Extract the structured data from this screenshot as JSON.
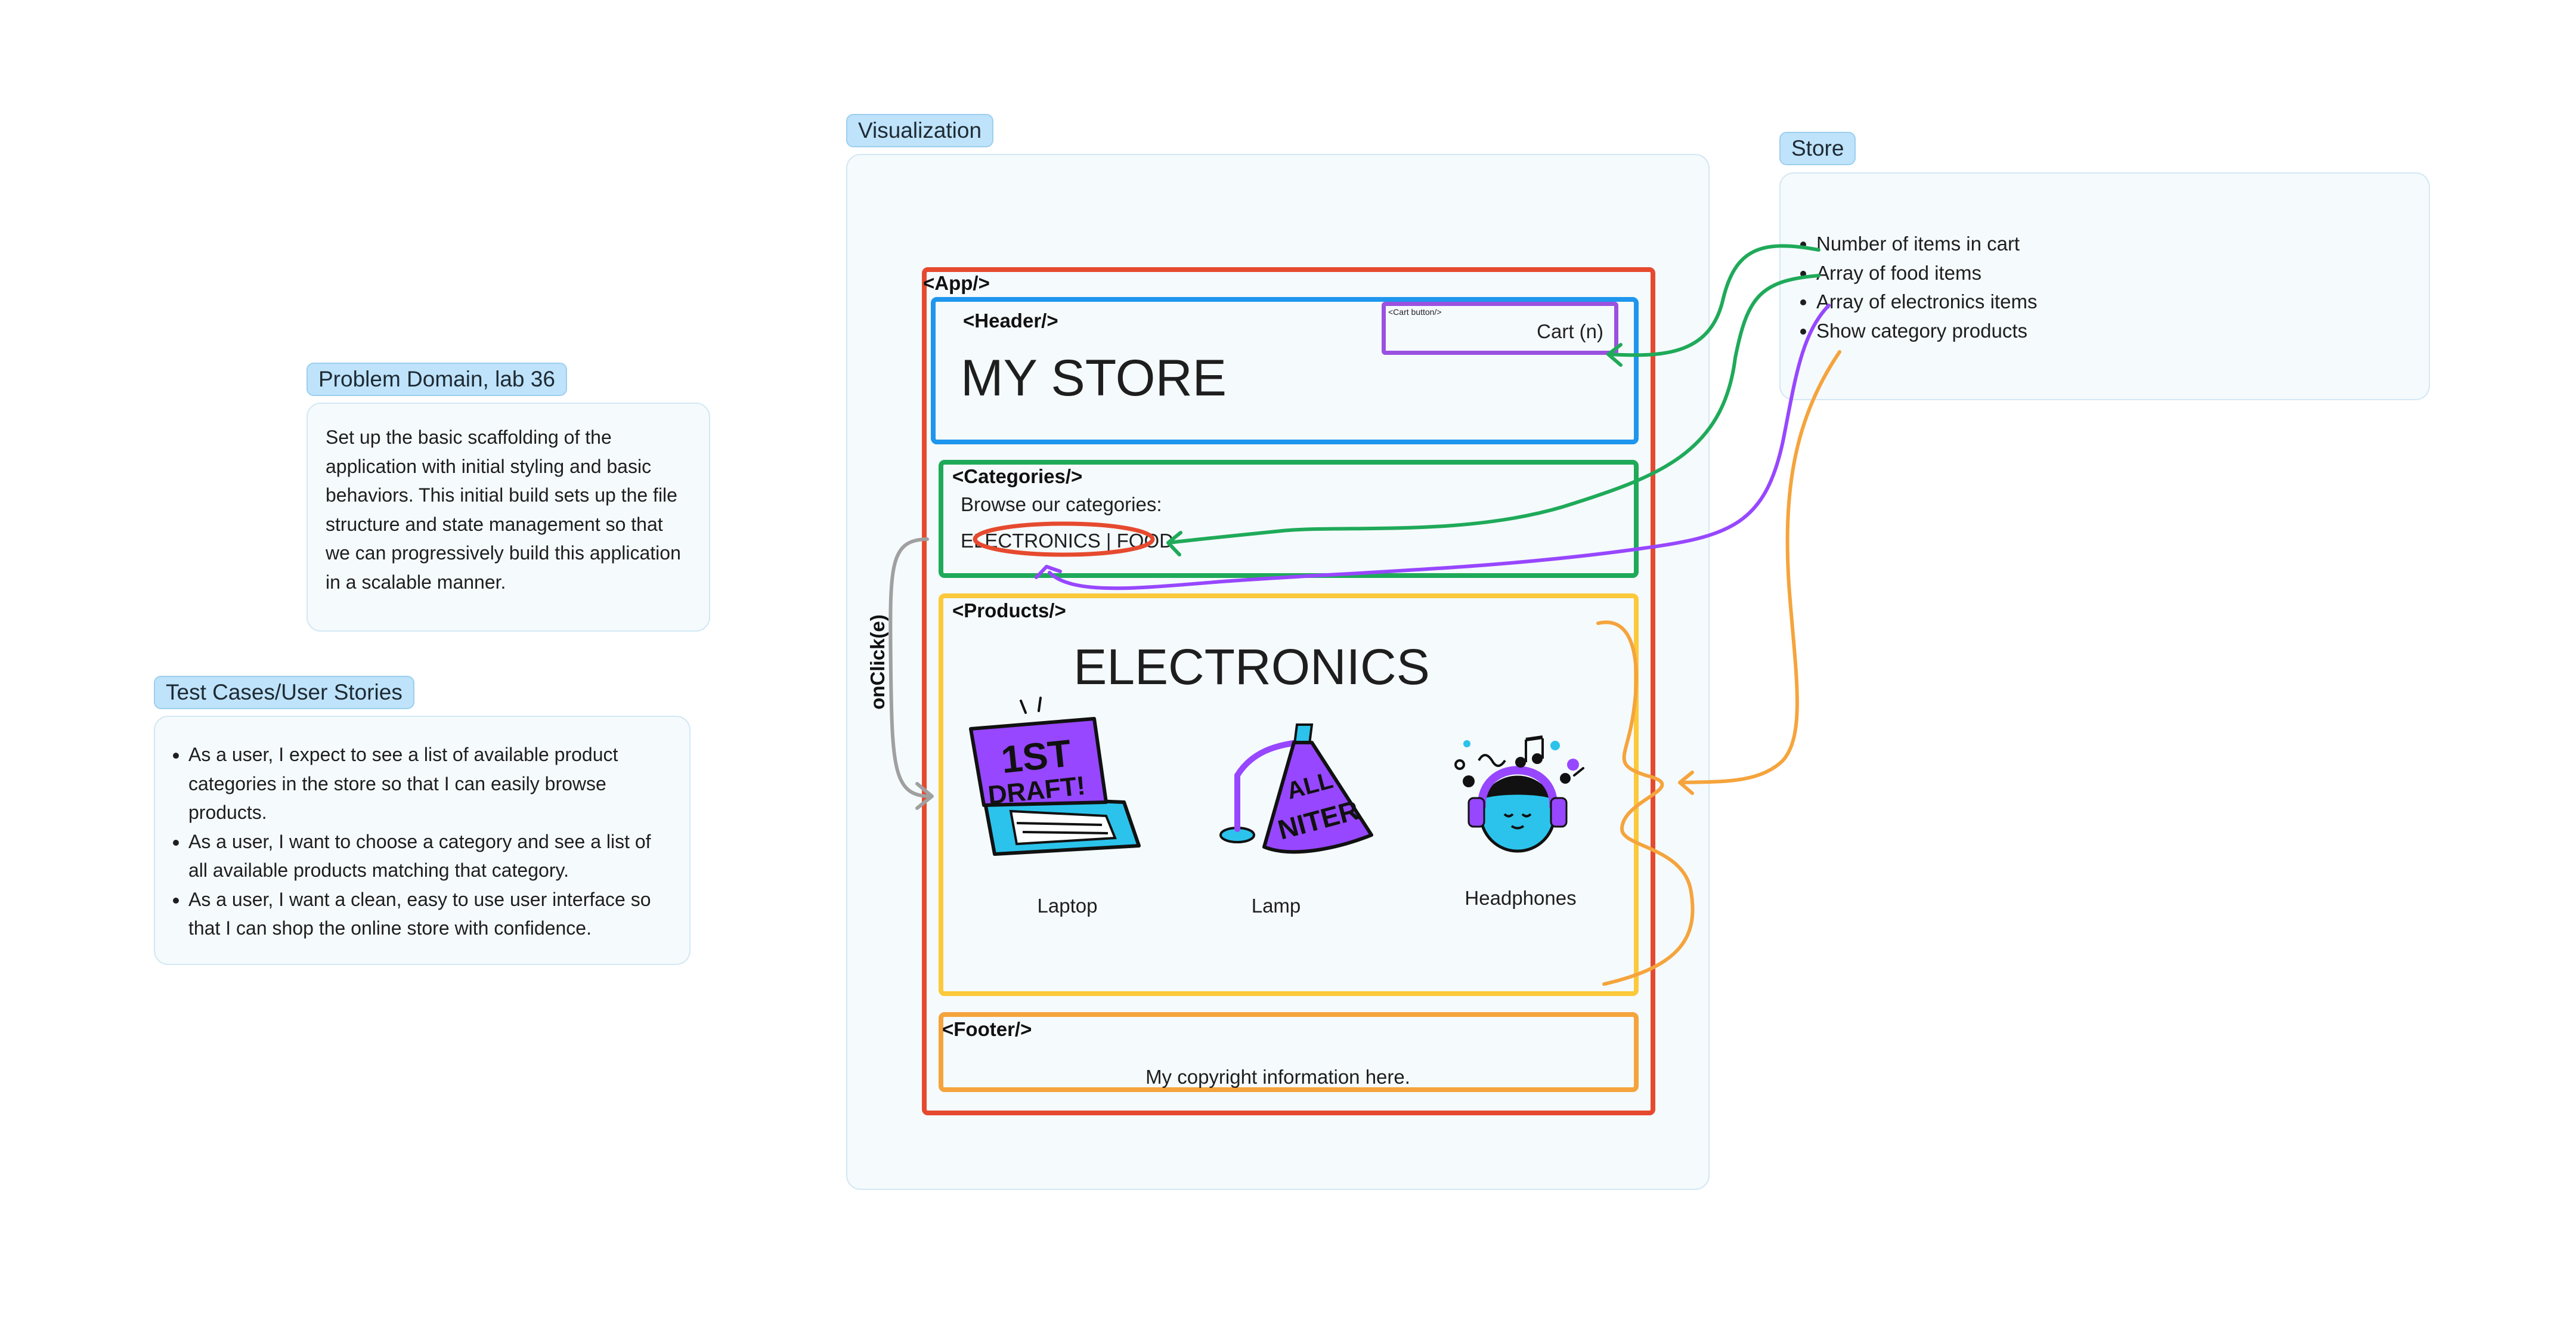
{
  "problem_domain": {
    "title": "Problem Domain, lab 36",
    "body": "Set up the basic scaffolding of the application with initial styling and basic behaviors. This initial build sets up the file structure and state management so that we can progressively build this application in a scalable manner."
  },
  "test_cases": {
    "title": "Test Cases/User Stories",
    "items": [
      "As a user, I expect to see a list of available product categories in the store so that I can easily browse products.",
      "As a user, I want to choose a category and see a list of all available products matching that category.",
      "As a user, I want a clean, easy to use user interface so that I can shop the online store with confidence."
    ]
  },
  "visualization": {
    "title": "Visualization",
    "app_label": "<App/>",
    "header": {
      "label": "<Header/>",
      "store_title": "MY STORE",
      "cart_button_label": "<Cart button/>",
      "cart_text": "Cart (n)"
    },
    "categories": {
      "label": "<Categories/>",
      "prompt": "Browse our categories:",
      "electronics": "ELECTRONICS",
      "separator": "|",
      "food": "FOOD"
    },
    "onclick_label": "onClick(e)",
    "products": {
      "label": "<Products/>",
      "heading": "ELECTRONICS",
      "items": [
        {
          "name": "Laptop",
          "sticker_text": "1ST DRAFT!"
        },
        {
          "name": "Lamp",
          "sticker_text": "ALL NITER"
        },
        {
          "name": "Headphones"
        }
      ]
    },
    "footer": {
      "label": "<Footer/>",
      "text": "My copyright information here."
    }
  },
  "store": {
    "title": "Store",
    "items": [
      "Number of items in cart",
      "Array of food items",
      "Array of electronics items",
      "Show category products"
    ]
  },
  "colors": {
    "app": "#e64a2e",
    "header": "#1e96ee",
    "cart_button": "#9b51e0",
    "categories": "#1faa59",
    "products": "#fbc93b",
    "footer": "#f5a43c",
    "arrow_gray": "#a0a0a0",
    "sticker_purple": "#9747ff",
    "sticker_cyan": "#2bc3eb"
  }
}
